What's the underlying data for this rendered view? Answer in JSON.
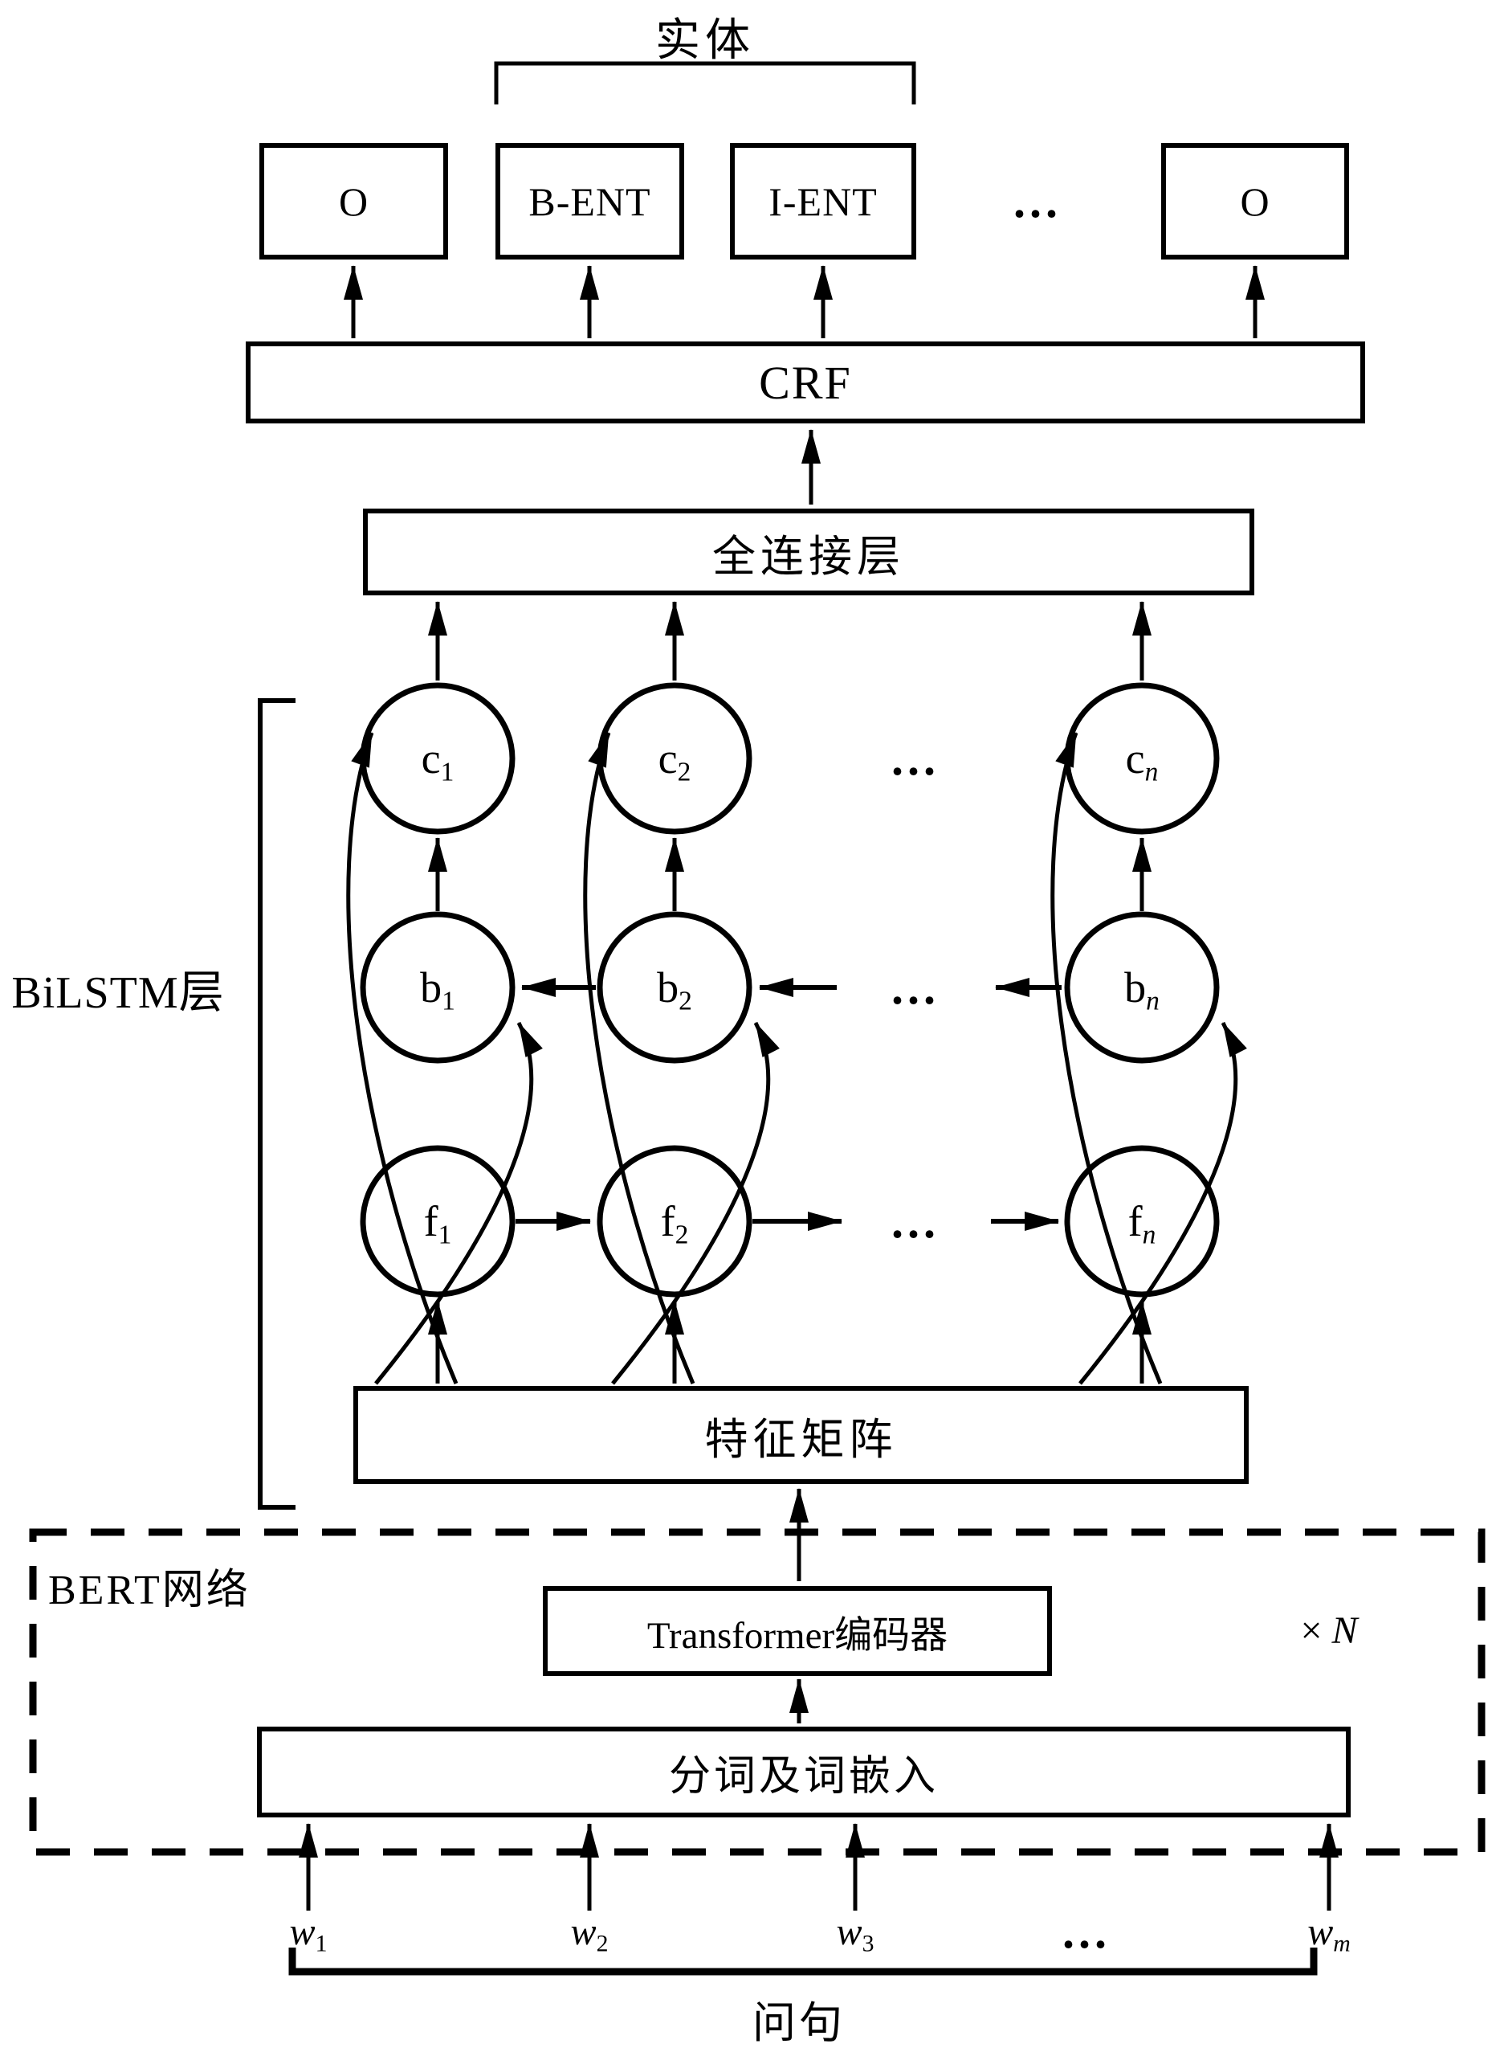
{
  "diagram": {
    "entity_label": "实体",
    "tag_row": {
      "boxes": [
        "O",
        "B-ENT",
        "I-ENT",
        "O"
      ],
      "dots": "..."
    },
    "crf": {
      "label": "CRF"
    },
    "fc": {
      "label": "全连接层"
    },
    "bilstm": {
      "layer_label": "BiLSTM层",
      "dots": "...",
      "c_row": [
        {
          "base": "c",
          "sub": "1"
        },
        {
          "base": "c",
          "sub": "2"
        },
        {
          "base": "c",
          "sub": "n"
        }
      ],
      "b_row": [
        {
          "base": "b",
          "sub": "1"
        },
        {
          "base": "b",
          "sub": "2"
        },
        {
          "base": "b",
          "sub": "n"
        }
      ],
      "f_row": [
        {
          "base": "f",
          "sub": "1"
        },
        {
          "base": "f",
          "sub": "2"
        },
        {
          "base": "f",
          "sub": "n"
        }
      ]
    },
    "feature": {
      "label": "特征矩阵"
    },
    "bert": {
      "box_label": "BERT网络",
      "transformer_label": "Transformer编码器",
      "times": "×",
      "n": "N",
      "embed_label": "分词及词嵌入"
    },
    "words": {
      "items": [
        {
          "base": "w",
          "sub": "1"
        },
        {
          "base": "w",
          "sub": "2"
        },
        {
          "base": "w",
          "sub": "3"
        },
        {
          "base": "w",
          "sub": "m"
        }
      ],
      "dots": "..."
    },
    "question_label": "问句"
  },
  "colors": {
    "ink": "#000000",
    "background": "#ffffff"
  }
}
